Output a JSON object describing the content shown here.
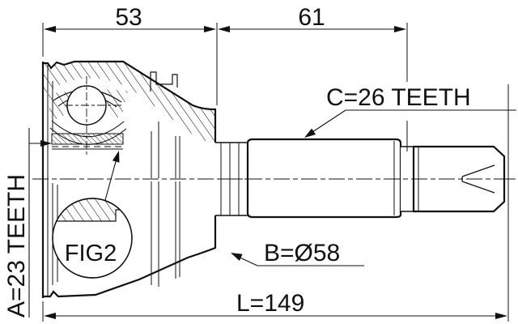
{
  "palette": {
    "background": "#ffffff",
    "ink": "#111111"
  },
  "labels": {
    "dim_53": "53",
    "dim_61": "61",
    "dim_length": "L=149",
    "teeth_outer": "C=26 TEETH",
    "teeth_inner": "A=23 TEETH",
    "dia": "B=Ø58",
    "detail_ref": "FIG2"
  }
}
